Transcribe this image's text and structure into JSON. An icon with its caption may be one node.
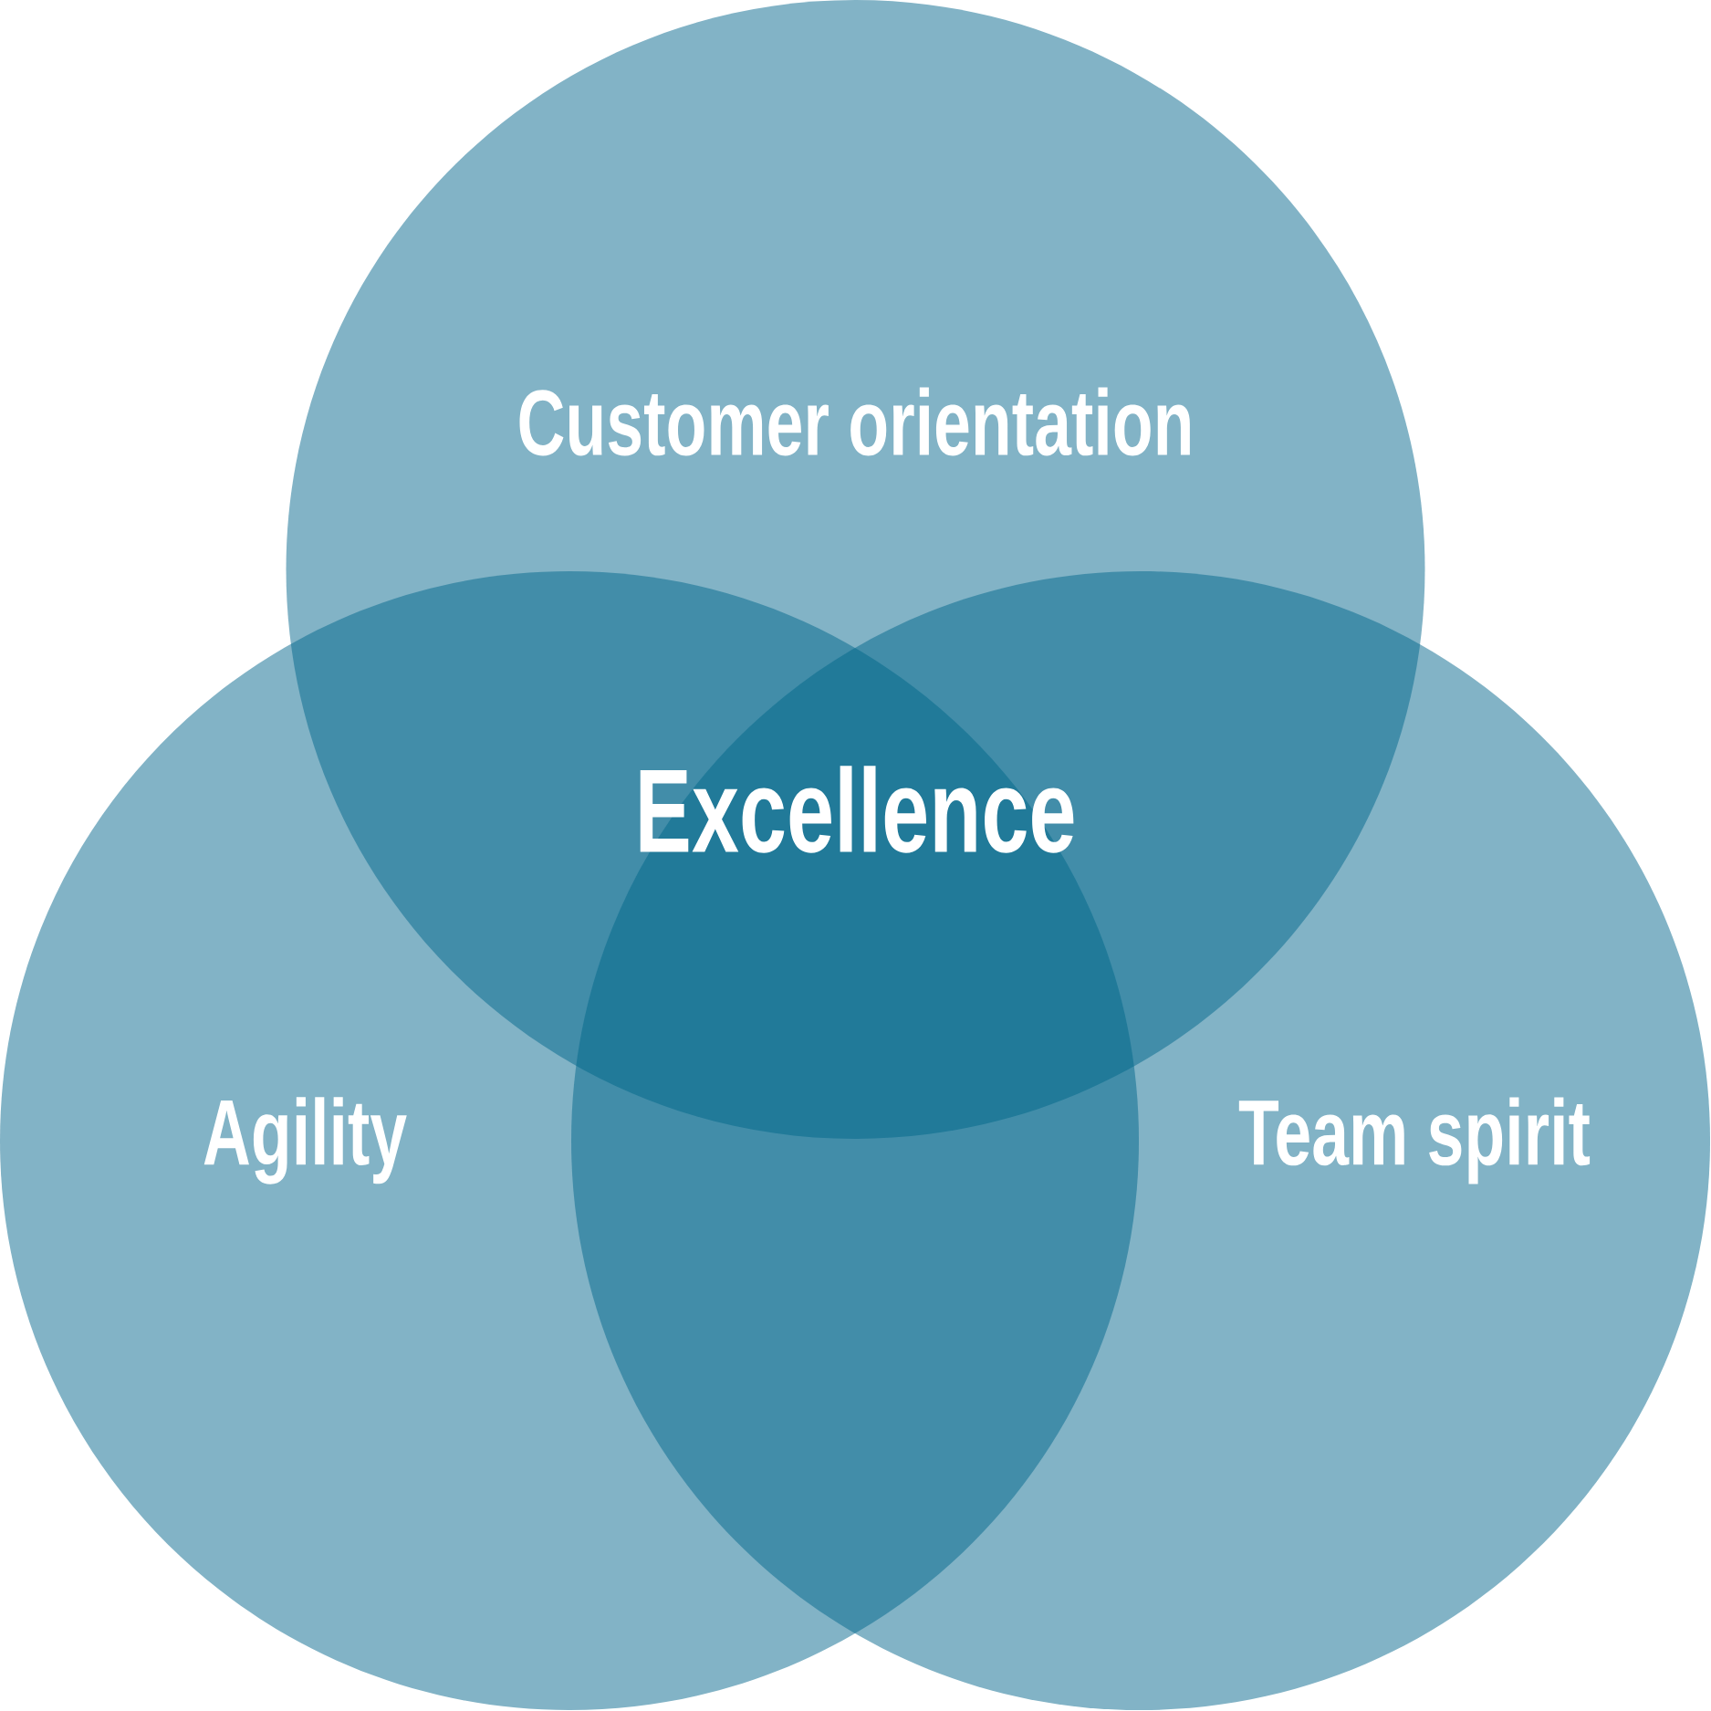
{
  "diagram": {
    "nodes": [
      {
        "text": [
          "Customer orientation"
        ]
      },
      {
        "text": [
          "Agility"
        ]
      },
      {
        "text": [
          "Team spirit"
        ]
      }
    ],
    "labels": [
      "Excellence"
    ]
  }
}
